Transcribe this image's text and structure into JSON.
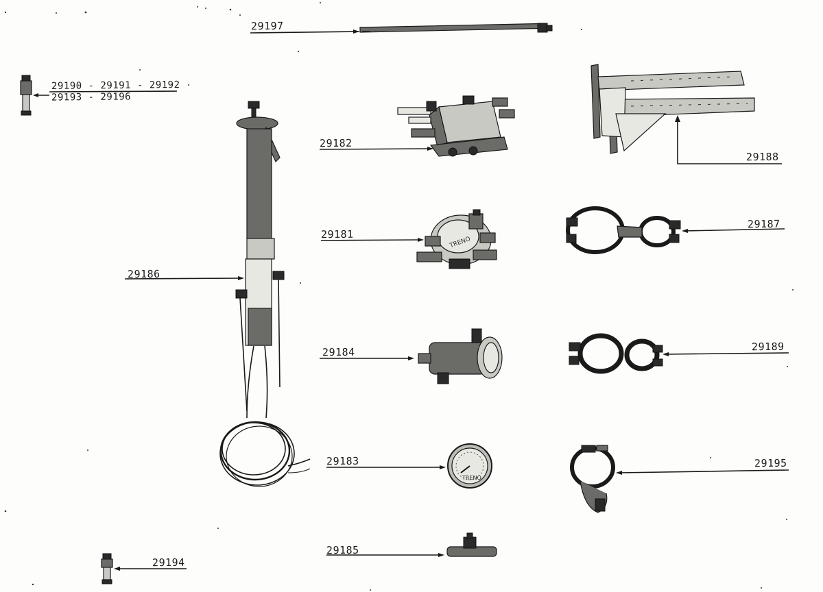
{
  "labels": {
    "p29197": "29197",
    "p29190_line1": "29190 - 29191 - 29192",
    "p29190_line2": "29193 - 29196",
    "p29182": "29182",
    "p29188": "29188",
    "p29181": "29181",
    "p29187": "29187",
    "p29186": "29186",
    "p29184": "29184",
    "p29189": "29189",
    "p29183": "29183",
    "p29195": "29195",
    "p29185": "29185",
    "p29194": "29194"
  },
  "gauge_face_text": "TRENO",
  "regulator_face_text": "TRENO"
}
